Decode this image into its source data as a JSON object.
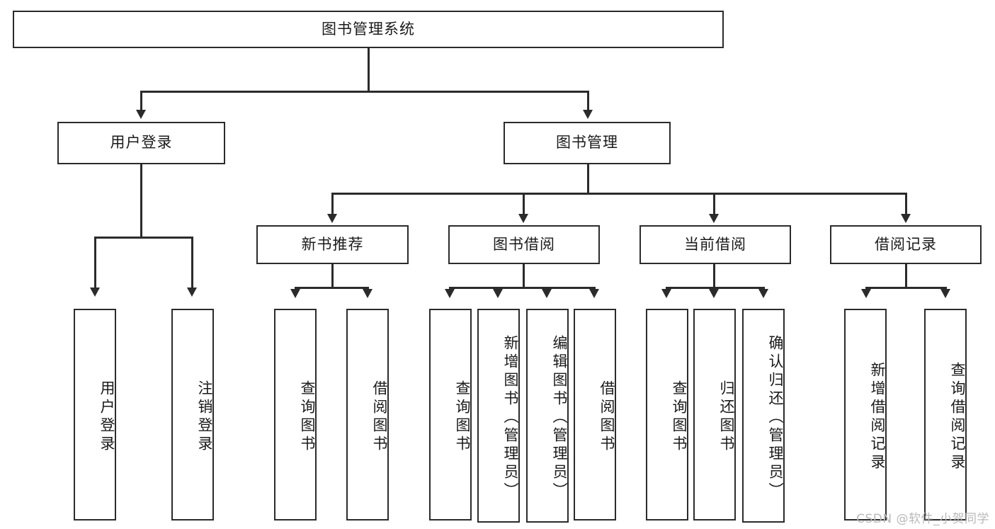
{
  "diagram": {
    "type": "tree",
    "title": "图书管理系统",
    "orientation": "top-down",
    "stroke_color": "#2b2b2b",
    "background_color": "#ffffff",
    "levels": 4
  },
  "root": {
    "label": "图书管理系统"
  },
  "level2": [
    {
      "label": "用户登录"
    },
    {
      "label": "图书管理"
    }
  ],
  "level3": [
    {
      "label": "新书推荐"
    },
    {
      "label": "图书借阅"
    },
    {
      "label": "当前借阅"
    },
    {
      "label": "借阅记录"
    }
  ],
  "leaves": {
    "user_login": [
      {
        "label": "用户登录"
      },
      {
        "label": "注销登录"
      }
    ],
    "new_book_recommend": [
      {
        "label": "查询图书"
      },
      {
        "label": "借阅图书"
      }
    ],
    "book_borrow": [
      {
        "label": "查询图书"
      },
      {
        "label": "新增图书（管理员）"
      },
      {
        "label": "编辑图书（管理员）"
      },
      {
        "label": "借阅图书"
      }
    ],
    "current_borrow": [
      {
        "label": "查询图书"
      },
      {
        "label": "归还图书"
      },
      {
        "label": "确认归还（管理员）"
      }
    ],
    "borrow_record": [
      {
        "label": "新增借阅记录"
      },
      {
        "label": "查询借阅记录"
      }
    ]
  },
  "watermark": {
    "text": "CSDN @软件_小贺同学"
  }
}
